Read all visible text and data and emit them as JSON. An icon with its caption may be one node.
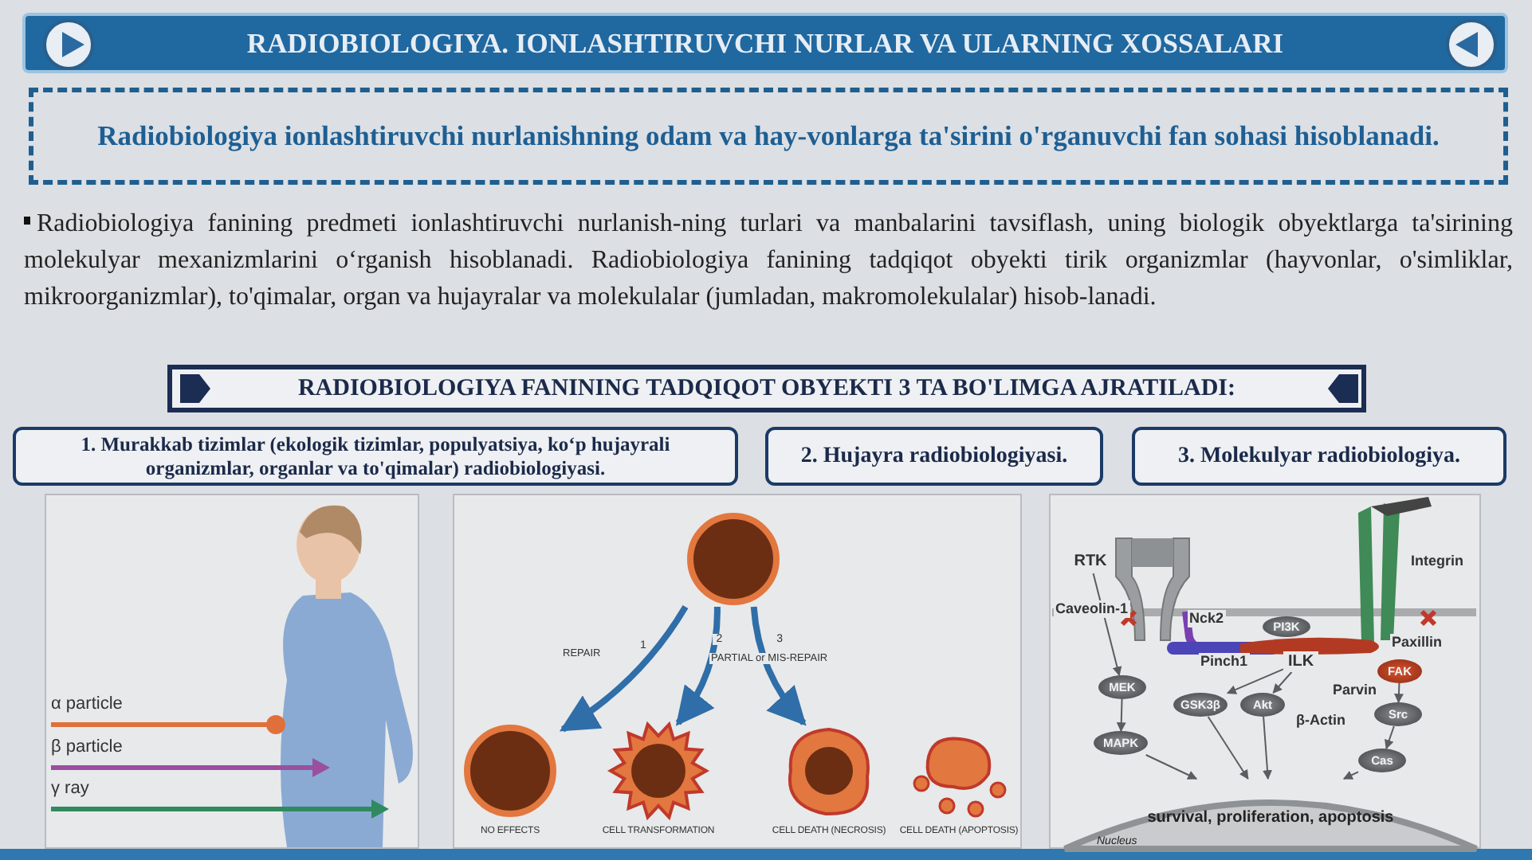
{
  "diagram": {
    "title": "RADIOBIOLOGIYA. IONLASHTIRUVCHI NURLAR VA ULARNING XOSSALARI",
    "nodes": [
      {
        "text": [
          "Radiobiologiya ionlashtiruvchi nurlanishning odam va hay-vonlarga ta'sirini o'rganuvchi fan sohasi hisoblanadi."
        ]
      },
      {
        "text": [
          "RADIOBIOLOGIYA FANINING TADQIQOT OBYEKTI 3 TA BO'LIMGA AJRATILADI:"
        ]
      },
      {
        "text": [
          "1. Murakkab tizimlar (ekologik tizimlar, populyatsiya, ko‘p hujayrali organizmlar, organlar va to'qimalar) radiobiologiyasi."
        ]
      },
      {
        "text": [
          "2. Hujayra radiobiologiyasi."
        ]
      },
      {
        "text": [
          "3. Molekulyar radiobiologiya."
        ]
      },
      {
        "text": [],
        "shape": "circle"
      },
      {
        "text": [
          "NO EFFECTS"
        ]
      },
      {
        "text": [
          "CELL TRANSFORMATION"
        ]
      },
      {
        "text": [
          "CELL DEATH (NECROSIS)"
        ]
      },
      {
        "text": [
          "CELL DEATH (APOPTOSIS)"
        ]
      },
      {
        "text": [
          "RTK"
        ]
      },
      {
        "text": [
          "PI3K"
        ]
      },
      {
        "text": [
          "ILK"
        ]
      },
      {
        "text": [
          "MEK"
        ]
      },
      {
        "text": [
          "GSK3β"
        ]
      },
      {
        "text": [
          "Akt"
        ]
      },
      {
        "text": [
          "FAK"
        ]
      },
      {
        "text": [
          "Src"
        ]
      },
      {
        "text": [
          "MAPK"
        ]
      },
      {
        "text": [
          "Cas"
        ]
      },
      {
        "text": [
          "survival, proliferation, apoptosis",
          "Nucleus"
        ]
      }
    ],
    "edges": [
      {
        "from": 5,
        "to": 6,
        "arrow": "to",
        "label": "1",
        "style": "thick",
        "color": "#2f6ea8"
      },
      {
        "from": 5,
        "to": 7,
        "arrow": "to",
        "label": "2",
        "style": "thick",
        "color": "#2f6ea8"
      },
      {
        "from": 5,
        "to": 8,
        "arrow": "to",
        "label": "3",
        "style": "thick",
        "color": "#2f6ea8"
      },
      {
        "from": 10,
        "to": 13,
        "arrow": "to"
      },
      {
        "from": 13,
        "to": 18,
        "arrow": "to"
      },
      {
        "from": 18,
        "to": 20,
        "arrow": "to"
      },
      {
        "from": 12,
        "to": 14,
        "arrow": "to"
      },
      {
        "from": 12,
        "to": 15,
        "arrow": "to"
      },
      {
        "from": 14,
        "to": 20,
        "arrow": "to"
      },
      {
        "from": 15,
        "to": 20,
        "arrow": "to"
      },
      {
        "from": 16,
        "to": 17,
        "arrow": "to"
      },
      {
        "from": 17,
        "to": 19,
        "arrow": "to"
      },
      {
        "from": 19,
        "to": 20,
        "arrow": "to"
      }
    ],
    "labels": [
      "Radiobiologiya fanining predmeti ionlashtiruvchi nurlanish-ning turlari va manbalarini tavsiflash, uning biologik obyektlarga ta'sirining molekulyar mexanizmlarini o‘rganish hisoblanadi. Radiobiologiya fanining tadqiqot obyekti tirik organizmlar (hayvonlar, o'simliklar, mikroorganizmlar), to'qimalar, organ va hujayralar va molekulalar (jumladan, makromolekulalar) hisob-lanadi.",
      "α particle",
      "β particle",
      "γ ray",
      "REPAIR",
      "PARTIAL or MIS-REPAIR",
      "Integrin",
      "Caveolin-1",
      "Nck2",
      "Pinch1",
      "Paxillin",
      "Parvin",
      "β-Actin"
    ]
  }
}
